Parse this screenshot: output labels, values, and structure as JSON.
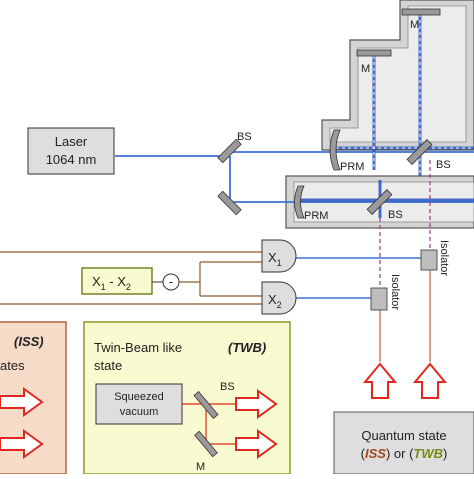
{
  "laser": {
    "line1": "Laser",
    "line2": "1064 nm"
  },
  "labels": {
    "bs_top": "BS",
    "bs_prm_upper": "BS",
    "bs_prm_lower": "BS",
    "prm_upper": "PRM",
    "prm_lower": "PRM",
    "m_top": "M",
    "m_mid": "M",
    "isolator_1": "Isolator",
    "isolator_2": "Isolator"
  },
  "detectors": {
    "x1_main": "X",
    "x1_sub": "1",
    "x2_main": "X",
    "x2_sub": "2"
  },
  "subtract_box": {
    "a": "X",
    "a_sub": "1",
    "mid": " - X",
    "b_sub": "2"
  },
  "minus_sign": "-",
  "iss_panel": {
    "tag": "(ISS)",
    "text": "ates"
  },
  "twb_panel": {
    "title_line1": "Twin-Beam like",
    "title_line2": "state",
    "tag": "(TWB)",
    "squeezed_line1": "Squeezed",
    "squeezed_line2": "vacuum",
    "bs_label": "BS",
    "m_label": "M"
  },
  "quantum_box": {
    "line1": "Quantum state",
    "iss": "ISS",
    "or": "or",
    "twb": "TWB"
  },
  "colors": {
    "beam": "#3b6fd8",
    "readout": "#8b5a2b",
    "signal_dash": "#9b3a8c",
    "arrow_red": "#e0281e",
    "iss_fill": "#f6dcc8",
    "iss_stroke": "#b5653a",
    "iss_text": "#a04a1c",
    "twb_fill": "#fafad0",
    "twb_stroke": "#8a9a2a",
    "twb_text": "#7a8a12",
    "box_gray": "#dedede",
    "frame_gray": "#d4d4d4"
  }
}
